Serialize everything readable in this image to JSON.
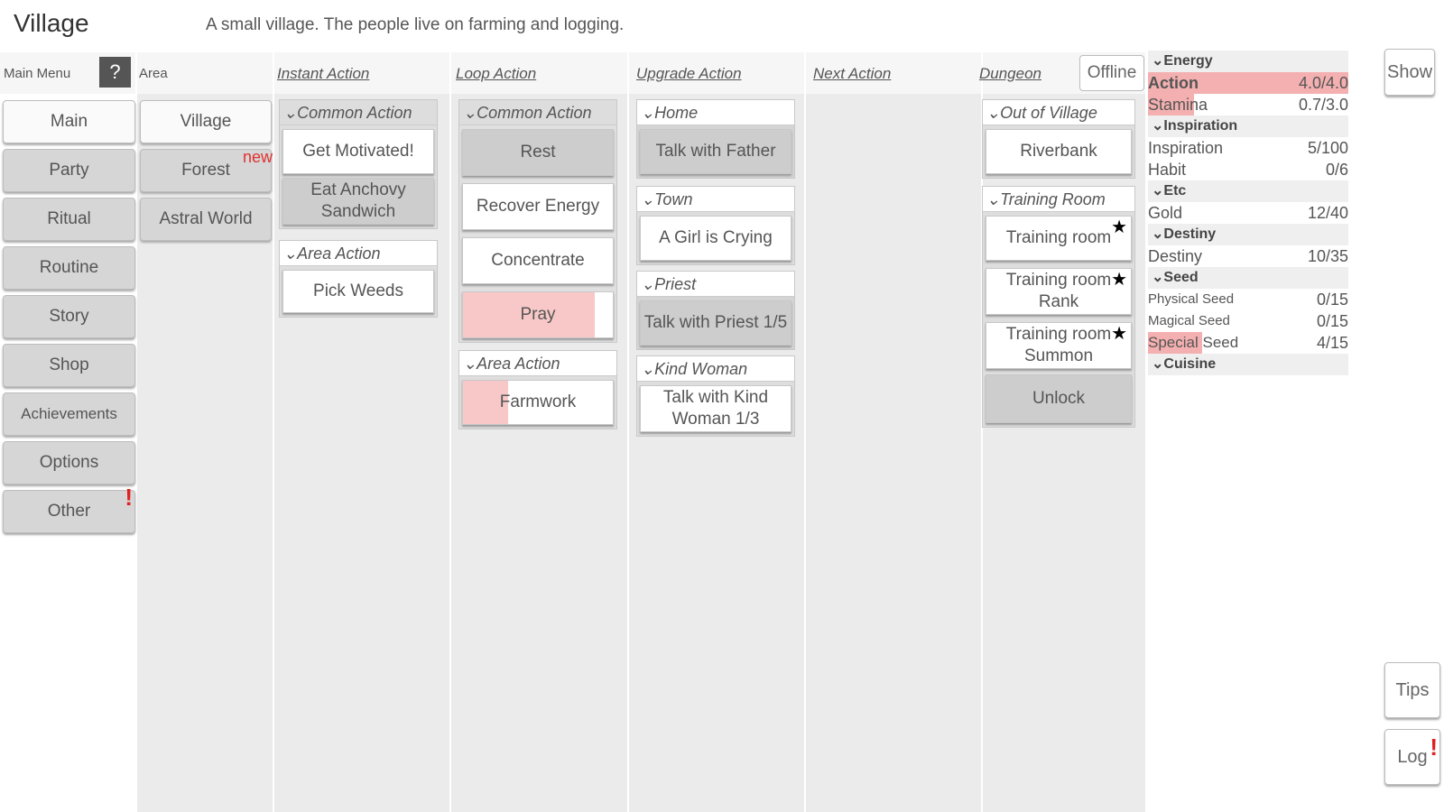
{
  "header": {
    "title": "Village",
    "description": "A small village. The people live on farming and logging."
  },
  "menu": {
    "label": "Main Menu",
    "help": "?",
    "items": [
      "Main",
      "Party",
      "Ritual",
      "Routine",
      "Story",
      "Shop",
      "Achievements",
      "Options",
      "Other"
    ],
    "alert": "!"
  },
  "area": {
    "label": "Area",
    "items": [
      "Village",
      "Forest",
      "Astral World"
    ],
    "new_badge": "new"
  },
  "columns": {
    "instant": "Instant Action",
    "loop": "Loop Action",
    "upgrade": "Upgrade Action",
    "next": "Next Action",
    "dungeon": "Dungeon",
    "offline": "Offline"
  },
  "instant": {
    "common_title": "Common Action",
    "get_motivated": "Get Motivated!",
    "eat_anchovy": "Eat Anchovy Sandwich",
    "area_title": "Area Action",
    "pick_weeds": "Pick Weeds"
  },
  "loop": {
    "common_title": "Common Action",
    "rest": "Rest",
    "recover": "Recover Energy",
    "concentrate": "Concentrate",
    "pray": "Pray",
    "pray_progress": 0.88,
    "area_title": "Area Action",
    "farmwork": "Farmwork",
    "farmwork_progress": 0.3
  },
  "upgrade": {
    "home_title": "Home",
    "talk_father": "Talk with Father",
    "town_title": "Town",
    "girl_crying": "A Girl is Crying",
    "priest_title": "Priest",
    "talk_priest": "Talk with Priest 1/5",
    "kind_title": "Kind Woman",
    "talk_kind": "Talk with Kind Woman 1/3"
  },
  "dungeon": {
    "out_title": "Out of Village",
    "riverbank": "Riverbank",
    "training_title": "Training Room",
    "training_room": "Training room",
    "training_rank": "Training room Rank",
    "training_summon": "Training room Summon",
    "unlock": "Unlock",
    "star": "★"
  },
  "resources": {
    "energy": "⌄Energy",
    "action": {
      "name": "Action",
      "value": "4.0/4.0",
      "fill": 1.0
    },
    "stamina": {
      "name": "Stamina",
      "value": "0.7/3.0",
      "fill": 0.23
    },
    "inspiration_sec": "⌄Inspiration",
    "inspiration": {
      "name": "Inspiration",
      "value": "5/100"
    },
    "habit": {
      "name": "Habit",
      "value": "0/6"
    },
    "etc_sec": "⌄Etc",
    "gold": {
      "name": "Gold",
      "value": "12/40"
    },
    "destiny_sec": "⌄Destiny",
    "destiny": {
      "name": "Destiny",
      "value": "10/35"
    },
    "seed_sec": "⌄Seed",
    "physical_seed": {
      "name": "Physical Seed",
      "value": "0/15"
    },
    "magical_seed": {
      "name": "Magical Seed",
      "value": "0/15"
    },
    "special_seed": {
      "name": "Special Seed",
      "value": "4/15",
      "fill": 0.27
    },
    "cuisine_sec": "⌄Cuisine"
  },
  "side": {
    "show": "Show",
    "tips": "Tips",
    "log": "Log",
    "log_alert": "!"
  },
  "colors": {
    "highlight": "#f4b0b0",
    "progress": "#f8c8c8",
    "alert": "#e02020"
  }
}
